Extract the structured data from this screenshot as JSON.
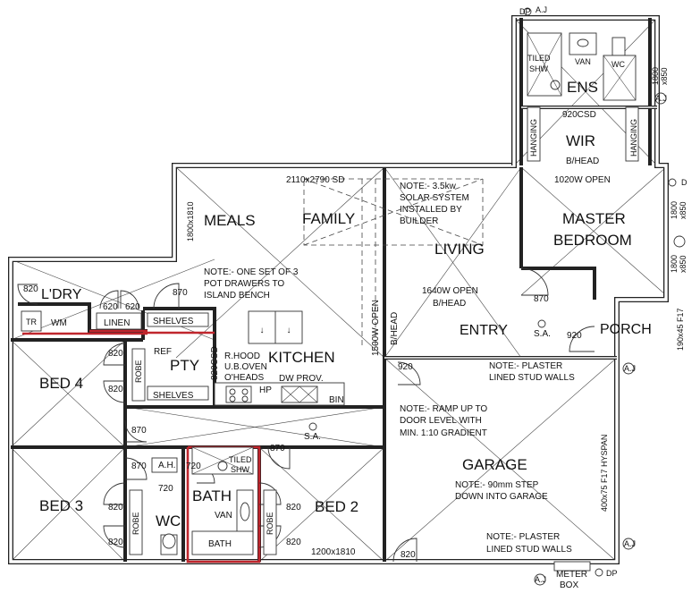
{
  "rooms": {
    "meals": "MEALS",
    "family": "FAMILY",
    "living": "LIVING",
    "master_line1": "MASTER",
    "master_line2": "BEDROOM",
    "ens": "ENS",
    "wir": "WIR",
    "kitchen": "KITCHEN",
    "pty": "PTY",
    "laundry": "L'DRY",
    "bed4": "BED 4",
    "bed3": "BED 3",
    "bed2": "BED 2",
    "bath": "BATH",
    "wc": "WC",
    "entry": "ENTRY",
    "porch": "PORCH",
    "garage": "GARAGE"
  },
  "notes": {
    "solar": [
      "NOTE:- 3.5kw",
      "SOLAR SYSTEM",
      "INSTALLED BY",
      "BUILDER"
    ],
    "pot_drawers": [
      "NOTE:- ONE SET OF 3",
      "POT DRAWERS TO",
      "ISLAND BENCH"
    ],
    "plaster_top": [
      "NOTE:- PLASTER",
      "LINED STUD WALLS"
    ],
    "ramp": [
      "NOTE:- RAMP UP TO",
      "DOOR LEVEL WITH",
      "MIN. 1:10 GRADIENT"
    ],
    "step": [
      "NOTE:- 90mm STEP",
      "DOWN INTO GARAGE"
    ],
    "plaster_bottom": [
      "NOTE:- PLASTER",
      "LINED STUD WALLS"
    ]
  },
  "labels": {
    "dp_top": "DP",
    "aj_top": "A.J",
    "van_ens": "VAN",
    "wc_ens": "WC",
    "tiled_shw_ens": [
      "TILED",
      "SHW"
    ],
    "hanging": "HANGING",
    "csd_920": "920CSD",
    "bhead_wir": "B/HEAD",
    "open_1020": "1020W OPEN",
    "win_1800x850_a": [
      "1800",
      "x850"
    ],
    "win_1800x850_b": [
      "1800",
      "x850"
    ],
    "win_1800x850_c": [
      "1800",
      "x850"
    ],
    "d_mark": "D",
    "sd_2110": "2110x2790 SD",
    "win_1800x1810": "1800x1810",
    "open_1640": "1640W OPEN",
    "bhead_living": "B/HEAD",
    "open_1500": "1500W OPEN",
    "bhead_v": "B/HEAD",
    "door_870_kitchen": "870",
    "door_820_ldry": "820",
    "door_620_a": "620",
    "door_620_b": "620",
    "tr": "TR",
    "wm": "WM",
    "linen": "LINEN",
    "shelves_top": "SHELVES",
    "shelves_bottom": "SHELVES",
    "ref": "REF",
    "csd_820": "820CSD",
    "rhood": "R.HOOD",
    "uboven": "U.B.OVEN",
    "oheads": "O'HEADS",
    "hp": "HP",
    "dw_prov": "DW PROV.",
    "bin": "BIN",
    "door_820_bed4a": "820",
    "door_820_bed4b": "820",
    "robe_bed4": "ROBE",
    "door_870_entry": "870",
    "sa_entry": "S.A.",
    "door_920_porch": "920",
    "porch_beam": "190x45 F17",
    "door_920_garage": "920",
    "door_870_bed4": "870",
    "sa_hall": "S.A.",
    "door_870_bed2": "870",
    "door_870_bed3": "870",
    "ah": "A.H.",
    "door_720_bath": "720",
    "door_720_wc": "720",
    "tiled_shw_bath": [
      "TILED",
      "SHW"
    ],
    "van_bath": "VAN",
    "bath_tub": "BATH",
    "robe_bed3": "ROBE",
    "robe_bed2": "ROBE",
    "door_820_bed3a": "820",
    "door_820_bed3b": "820",
    "door_820_bed2a": "820",
    "door_820_bed2b": "820",
    "win_1200x1810": "1200x1810",
    "hyspan": "400x75 F17 HYSPAN",
    "door_820_garage": "820",
    "meter_box": [
      "METER",
      "BOX"
    ],
    "dp_bottom": "DP",
    "aj_porch": "A.J",
    "aj_garage_top": "A.J",
    "aj_garage_bottom": "A.J",
    "aj_bottom": "A.J"
  },
  "colors": {
    "walls": "#222222",
    "highlight": "#c0262d",
    "paper": "#ffffff"
  }
}
